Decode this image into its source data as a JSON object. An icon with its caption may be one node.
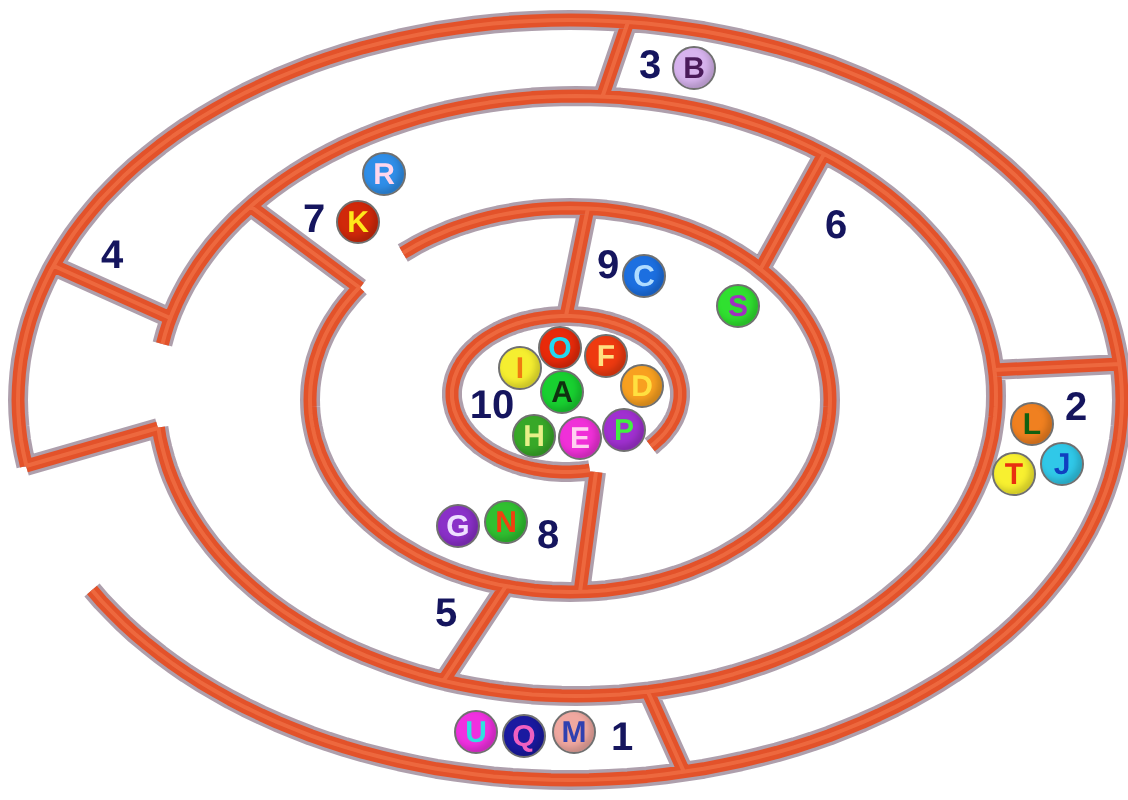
{
  "diagram": {
    "nodes": [
      {
        "text": [
          "B"
        ]
      },
      {
        "text": [
          "R"
        ]
      },
      {
        "text": [
          "K"
        ]
      },
      {
        "text": [
          "C"
        ]
      },
      {
        "text": [
          "S"
        ]
      },
      {
        "text": [
          "O"
        ]
      },
      {
        "text": [
          "F"
        ]
      },
      {
        "text": [
          "I"
        ]
      },
      {
        "text": [
          "D"
        ]
      },
      {
        "text": [
          "A"
        ]
      },
      {
        "text": [
          "L"
        ]
      },
      {
        "text": [
          "P"
        ]
      },
      {
        "text": [
          "H"
        ]
      },
      {
        "text": [
          "E"
        ]
      },
      {
        "text": [
          "J"
        ]
      },
      {
        "text": [
          "T"
        ]
      },
      {
        "text": [
          "G"
        ]
      },
      {
        "text": [
          "N"
        ]
      },
      {
        "text": [
          "U"
        ]
      },
      {
        "text": [
          "Q"
        ]
      },
      {
        "text": [
          "M"
        ]
      }
    ],
    "labels": [
      "3",
      "7",
      "6",
      "4",
      "9",
      "10",
      "2",
      "8",
      "5",
      "1"
    ]
  }
}
